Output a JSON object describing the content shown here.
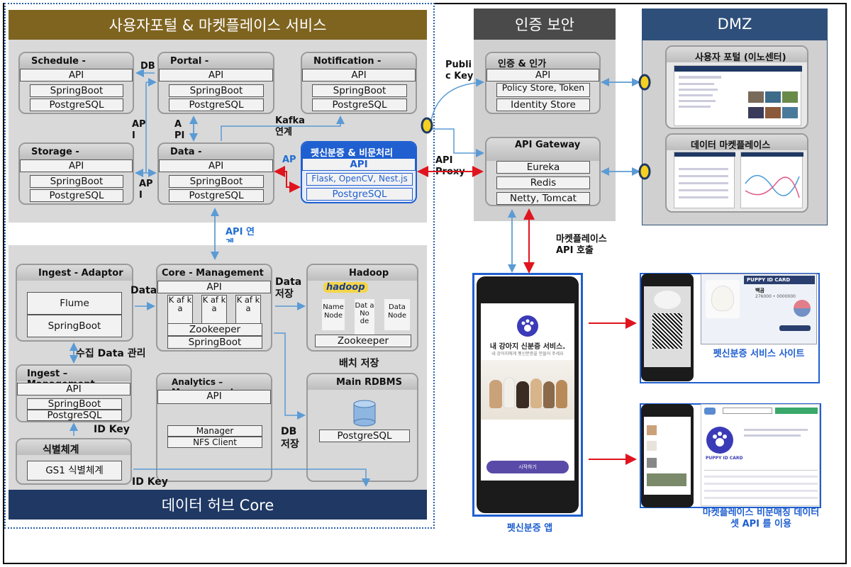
{
  "banners": {
    "portal": "사용자포털 & 마켓플레이스 서비스",
    "auth": "인증 보안",
    "dmz": "DMZ",
    "hub": "데이터 허브 Core"
  },
  "modules": {
    "schedule": {
      "title": "Schedule -",
      "rows": [
        "API",
        "SpringBoot",
        "PostgreSQL"
      ]
    },
    "portal": {
      "title": "Portal -",
      "rows": [
        "API",
        "SpringBoot",
        "PostgreSQL"
      ]
    },
    "notification": {
      "title": "Notification -",
      "rows": [
        "API",
        "SpringBoot",
        "PostgreSQL"
      ]
    },
    "storage": {
      "title": "Storage -",
      "rows": [
        "API",
        "SpringBoot",
        "PostgreSQL"
      ]
    },
    "data": {
      "title": "Data -",
      "rows": [
        "API",
        "SpringBoot",
        "PostgreSQL"
      ]
    },
    "petcert": {
      "title": "펫신분증 & 비문처리",
      "rows": [
        "API",
        "Flask, OpenCV, Nest.js",
        "PostgreSQL"
      ]
    },
    "auth": {
      "title": "인증 & 인가",
      "rows": [
        "API",
        "Policy Store, Token",
        "Identity Store"
      ]
    },
    "gateway": {
      "title": "API Gateway",
      "rows": [
        "Eureka",
        "Redis",
        "Netty, Tomcat"
      ]
    },
    "ingest_adaptor": {
      "title": "Ingest - Adaptor",
      "rows": [
        "Flume",
        "SpringBoot"
      ]
    },
    "core_mgmt": {
      "title": "Core - Management",
      "api": "API",
      "kafka": [
        "K af k a",
        "K af k a",
        "K af k a"
      ],
      "rows": [
        "Zookeeper",
        "SpringBoot"
      ]
    },
    "hadoop": {
      "title": "Hadoop",
      "logo": "hadoop",
      "nodes": [
        "Name Node",
        "Dat a No de",
        "Data Node"
      ],
      "zk": "Zookeeper"
    },
    "ingest_mgmt": {
      "title": "Ingest – Management",
      "rows": [
        "API",
        "SpringBoot",
        "PostgreSQL"
      ]
    },
    "analytics": {
      "title": "Analytics – Management",
      "rows": [
        "API",
        "Manager",
        "NFS Client"
      ]
    },
    "rdbms": {
      "title": "Main RDBMS",
      "rows": [
        "PostgreSQL"
      ]
    },
    "id_system": {
      "title": "식별체계",
      "rows": [
        "GS1 식별체계"
      ]
    }
  },
  "labels": {
    "db": "DB",
    "api_a1": "AP I",
    "api_a2": "A PI",
    "api_a3": "AP I",
    "api_blue": "AP I",
    "kafka": "Kafka 연계",
    "public_key": "Publi c Key",
    "api_proxy": "API Proxy",
    "api_link": "API 연계",
    "data": "Data",
    "data_store": "Data 저장",
    "collect": "수집 Data 관리",
    "batch_store": "배치 저장",
    "id_key_1": "ID Key",
    "id_key_2": "ID Key",
    "db_store": "DB 저장",
    "market_api": "마켓플레이스 API 호출"
  },
  "dmz": {
    "portal_site": "사용자 포털 (이노센터)",
    "market_site": "데이터 마켓플레이스"
  },
  "app": {
    "title": "내 강아지 신분증 서비스.",
    "subtitle": "내 강아지에게 펫신분증을 만들어 주세요",
    "start_button": "시작하기",
    "logo_text": "PUPPY ID CARD"
  },
  "captions": {
    "app": "펫신분증 앱",
    "cert_site": "펫신분증 서비스 사이트",
    "market_api": "마켓플레이스 비문매칭 데이터셋 API 를 이용"
  },
  "card": {
    "header": "PUPPY ID CARD",
    "name": "백곰",
    "number": "276000 • 0000000"
  },
  "colors": {
    "portal_banner": "#7f6420",
    "auth_banner": "#4a4a4a",
    "dmz_banner": "#2e4f7a",
    "hub_banner": "#1f3864",
    "highlight_blue": "#1f5fd0",
    "arrow_red": "#e0141e",
    "arrow_blue": "#5b9bd5"
  }
}
